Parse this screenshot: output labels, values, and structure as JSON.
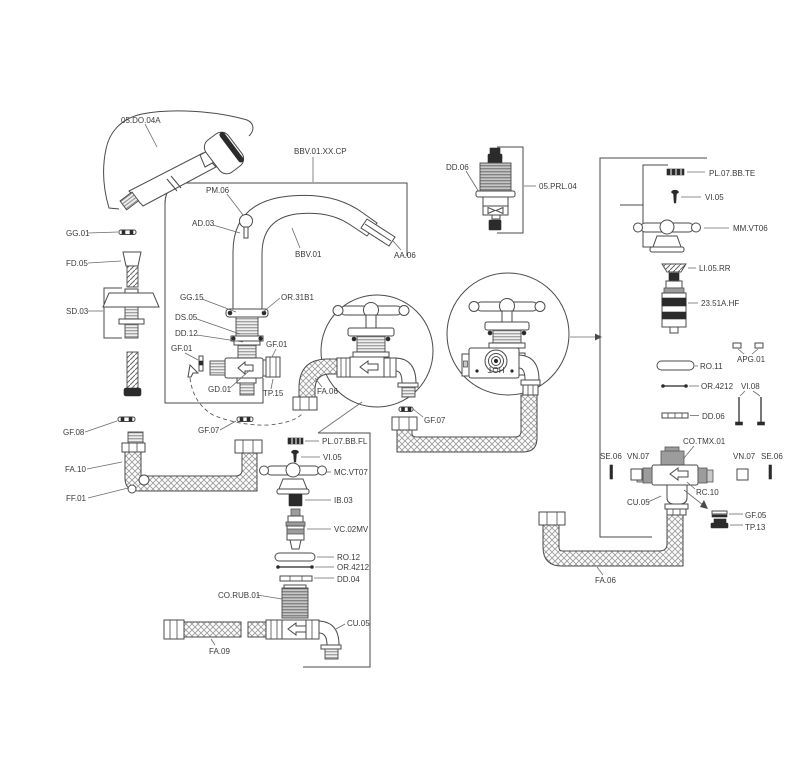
{
  "diagram": {
    "background": "#ffffff",
    "line_color": "#4a4a4a",
    "label_color": "#3a3a3a",
    "type": "exploded-parts-diagram"
  },
  "labels": {
    "shower_handset": "05.DO.04A",
    "gg01": "GG.01",
    "fd05": "FD.05",
    "sd03": "SD.03",
    "gf08": "GF.08",
    "fa10": "FA.10",
    "ff01": "FF.01",
    "spout_kit": "BBV.01.XX.CP",
    "pm06": "PM.06",
    "ad03": "AD.03",
    "bbv01": "BBV.01",
    "aa06": "AA.06",
    "gg15": "GG.15",
    "or31b1": "OR.31B1",
    "ds05": "DS.05",
    "dd12": "DD.12",
    "gf01_left": "GF.01",
    "gf01_right": "GF.01",
    "gd01": "GD.01",
    "tp15": "TP.15",
    "gf07_left": "GF.07",
    "gf07_right": "GF.07",
    "fa06_spout": "FA.06",
    "dd06_top": "DD.06",
    "prl04": "05.PRL.04",
    "pl07bbte": "PL.07.BB.TE",
    "vi05_right": "VI.05",
    "mmvt06": "MM.VT06",
    "li05rr": "LI.05.RR",
    "hf2351": "23.51A.HF",
    "apg01": "APG.01",
    "ro11": "RO.11",
    "or4212_right": "OR.4212",
    "vi08": "VI.08",
    "dd06_right": "DD.06",
    "cotmx01": "CO.TMX.01",
    "se06_left": "SE.06",
    "vn07_left": "VN.07",
    "vn07_right": "VN.07",
    "se06_right": "SE.06",
    "cu05_right": "CU.05",
    "rc10": "RC.10",
    "gf05": "GF.05",
    "tp13": "TP.13",
    "fa06_right": "FA.06",
    "pl07bbfl": "PL.07.BB.FL",
    "vi05_mid": "VI.05",
    "mcvt07": "MC.VT07",
    "ib03": "IB.03",
    "vc02mv": "VC.02MV",
    "ro12": "RO.12",
    "or4212_mid": "OR.4212",
    "dd04": "DD.04",
    "corub01": "CO.RUB.01",
    "cu05_mid": "CU.05",
    "fa09": "FA.09",
    "hot_marking": "HOT"
  }
}
